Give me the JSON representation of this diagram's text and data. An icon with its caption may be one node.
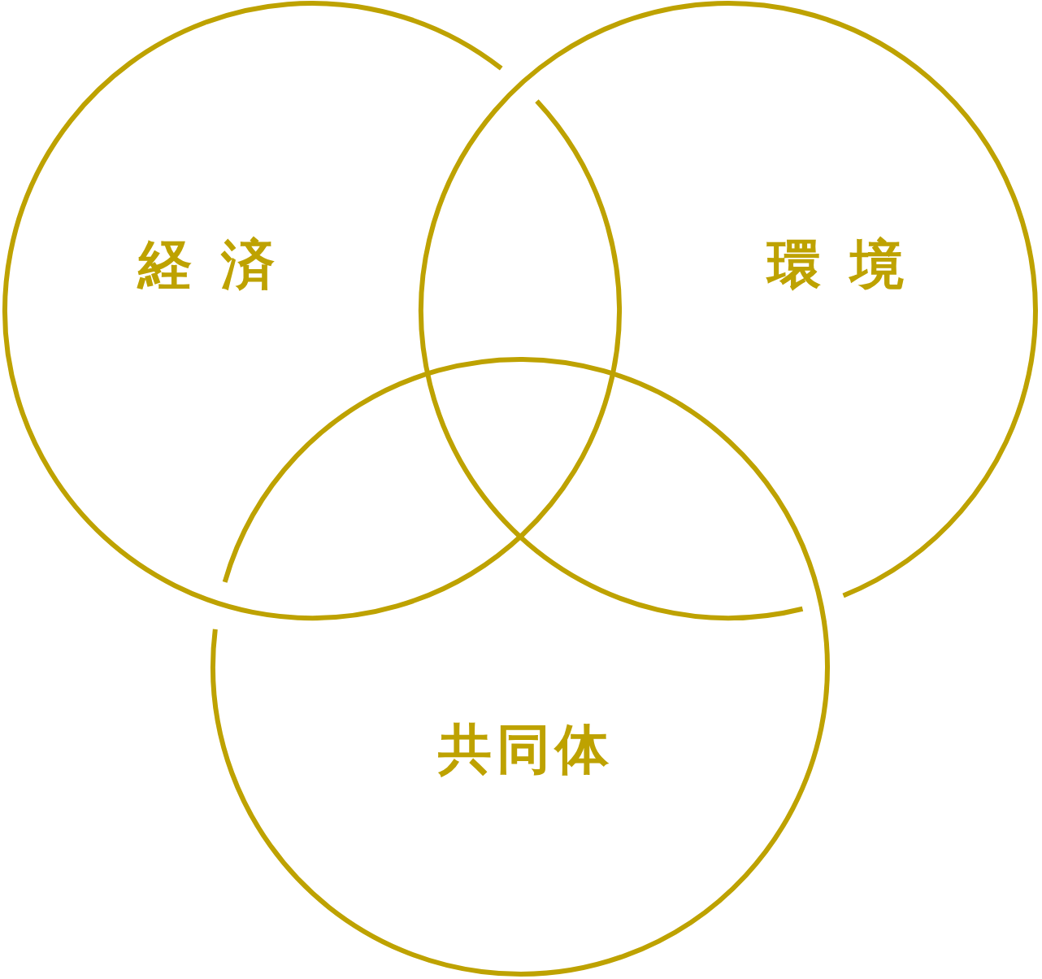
{
  "diagram": {
    "nodes": [
      {
        "text": [
          "経済"
        ]
      },
      {
        "text": [
          "環境"
        ]
      },
      {
        "text": [
          "共同体"
        ]
      }
    ]
  }
}
